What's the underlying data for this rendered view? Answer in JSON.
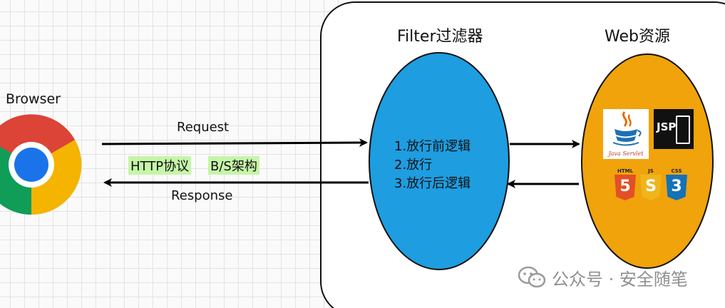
{
  "browser": {
    "label": "Browser",
    "icon": "chrome-icon",
    "colors": {
      "red": "#db4437",
      "green": "#0f9d58",
      "yellow": "#f4b400",
      "blue": "#4285f4"
    }
  },
  "arrows": {
    "request_label": "Request",
    "response_label": "Response"
  },
  "tags": {
    "http": "HTTP协议",
    "bs": "B/S架构",
    "highlight_color": "#c6f5a8"
  },
  "filter": {
    "title": "Filter过滤器",
    "color": "#1e9de0",
    "steps": [
      "1.放行前逻辑",
      "2.放行",
      "3.放行后逻辑"
    ]
  },
  "web": {
    "title": "Web资源",
    "color": "#f0a30a",
    "java_caption": "Java Servlet",
    "jsp_label": "JSP",
    "badges": [
      {
        "name": "html5-icon",
        "caption": "HTML",
        "glyph": "5"
      },
      {
        "name": "javascript-icon",
        "caption": "JS",
        "glyph": "S"
      },
      {
        "name": "css3-icon",
        "caption": "CSS",
        "glyph": "3"
      }
    ]
  },
  "watermark": {
    "icon": "wechat-icon",
    "text": "公众号 · 安全随笔"
  }
}
